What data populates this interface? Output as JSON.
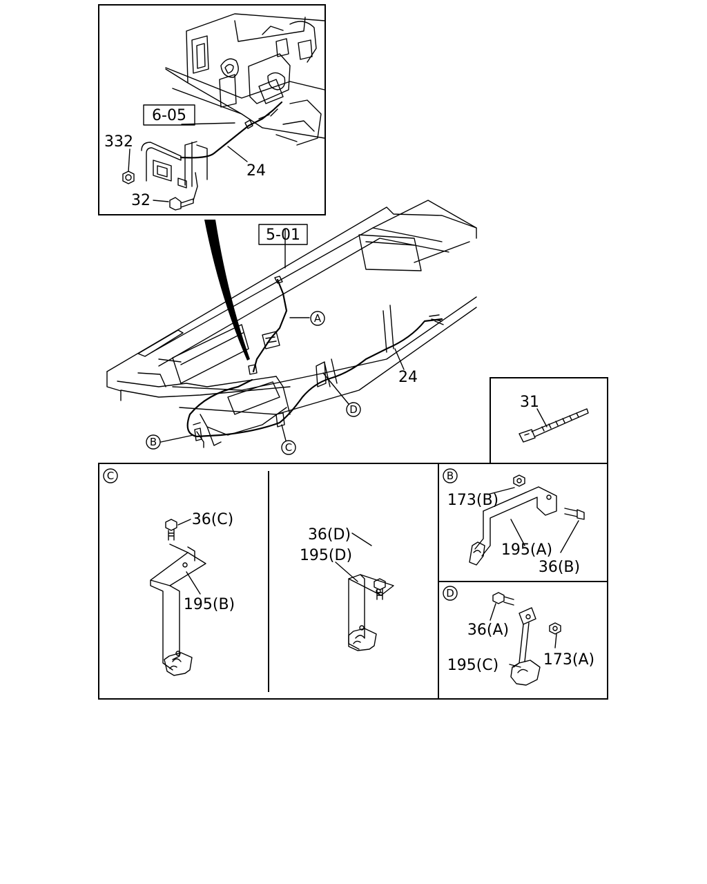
{
  "labels": {
    "ref_engine": "6-05",
    "ref_frame": "5-01",
    "p332": "332",
    "p24_top": "24",
    "p32": "32",
    "p24_main": "24",
    "p31": "31",
    "c_a": "A",
    "c_b": "B",
    "c_c": "C",
    "c_d": "D",
    "sec_c": "C",
    "sec_b": "B",
    "sec_d": "D",
    "p36c": "36(C)",
    "p195b": "195(B)",
    "p36d": "36(D)",
    "p195d": "195(D)",
    "p173b": "173(B)",
    "p195a": "195(A)",
    "p36b": "36(B)",
    "p36a": "36(A)",
    "p173a": "173(A)",
    "p195c": "195(C)"
  }
}
